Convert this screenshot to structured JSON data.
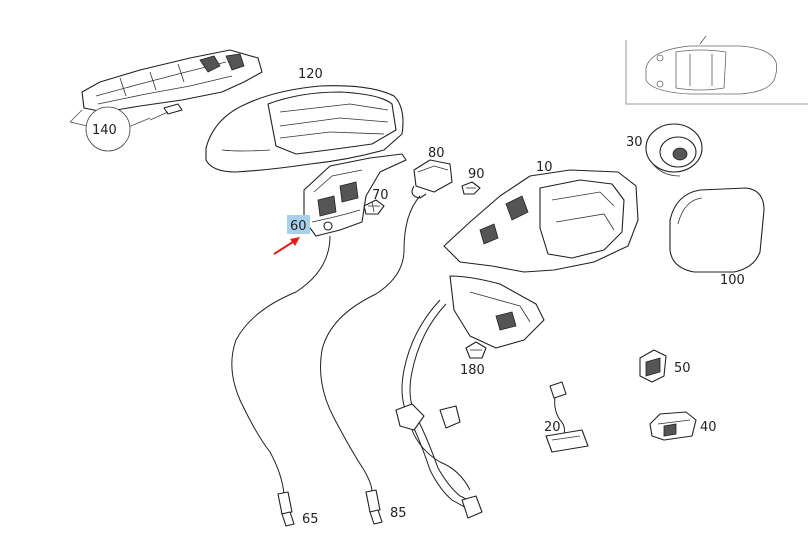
{
  "diagram": {
    "highlight_color": "#a8d0ea",
    "arrow_color": "#e0201b",
    "labels": {
      "p10": "10",
      "p20": "20",
      "p30": "30",
      "p40": "40",
      "p50": "50",
      "p60": "60",
      "p65": "65",
      "p70": "70",
      "p80": "80",
      "p85": "85",
      "p90": "90",
      "p100": "100",
      "p120": "120",
      "p140": "140",
      "p180": "180"
    }
  }
}
